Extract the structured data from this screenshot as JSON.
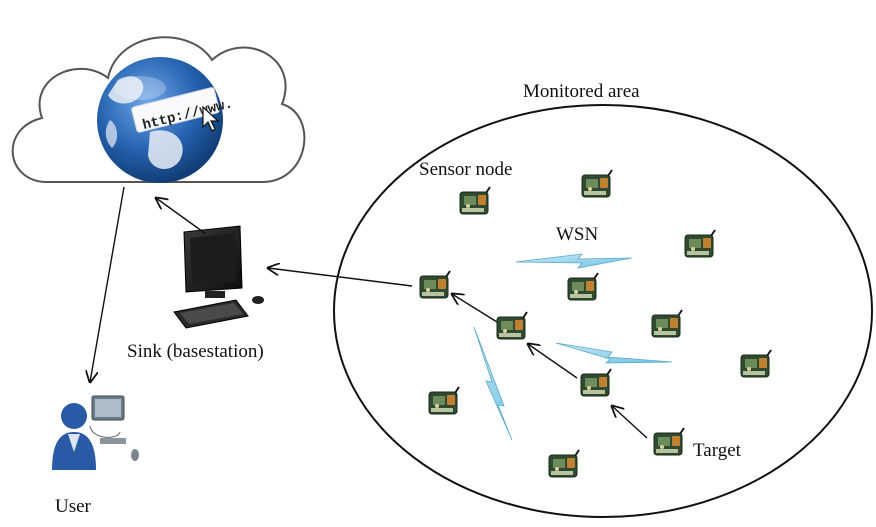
{
  "labels": {
    "monitored_area": "Monitored area",
    "sensor_node": "Sensor node",
    "wsn": "WSN",
    "sink": "Sink (basestation)",
    "target": "Target",
    "user": "User",
    "url_text": "http://www."
  },
  "colors": {
    "cloud_stroke": "#555555",
    "globe_ocean": "#1f5fa8",
    "globe_land": "#e8eef6",
    "lightning": "#8fd0ea",
    "sensor_board": "#2f4a30",
    "sensor_chip": "#c08030",
    "arrow": "#111111"
  },
  "icons": [
    "cloud-icon",
    "globe-icon",
    "cursor-icon",
    "computer-icon",
    "user-icon",
    "sensor-node-icon",
    "lightning-icon"
  ]
}
